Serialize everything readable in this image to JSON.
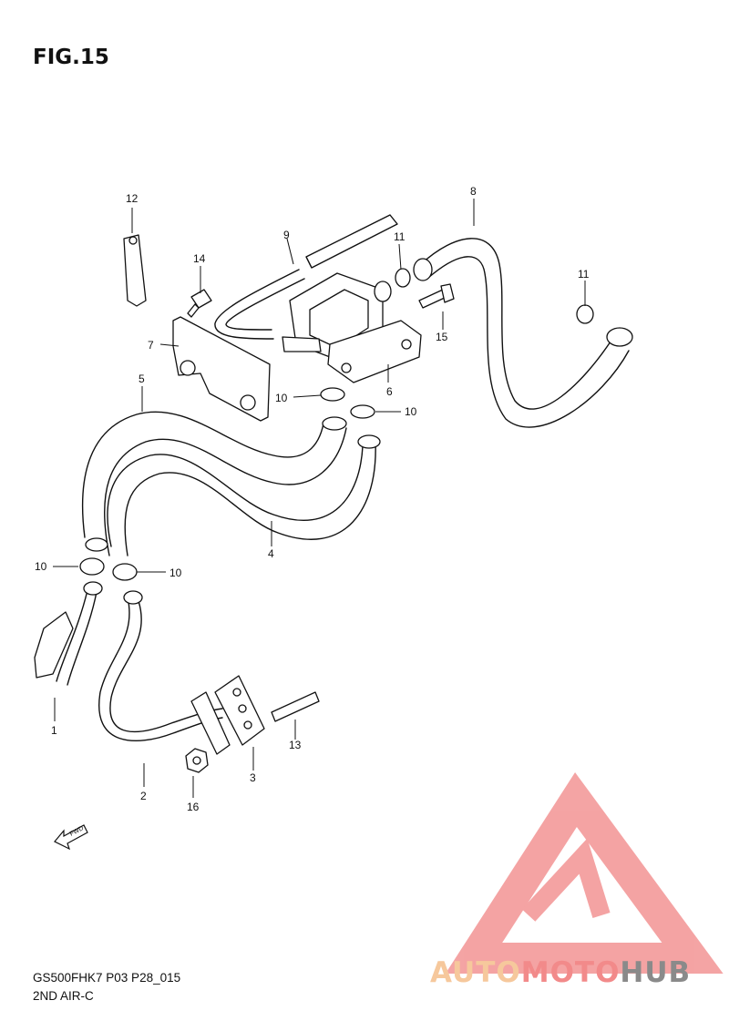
{
  "figure": {
    "title": "FIG.15",
    "model_code": "GS500FHK7 P03 P28_015",
    "section": "2ND AIR-C"
  },
  "callouts": [
    "1",
    "2",
    "3",
    "4",
    "5",
    "6",
    "7",
    "8",
    "9",
    "10",
    "10",
    "10",
    "10",
    "11",
    "11",
    "12",
    "13",
    "14",
    "15",
    "16"
  ],
  "direction_marker": "FWD",
  "watermark": {
    "parts": [
      "AUTO",
      "MOTO",
      "HUB"
    ],
    "colors": [
      "#f6c89c",
      "#f28a8a",
      "#8a8a8a"
    ],
    "logo_color": "#f39a9a"
  }
}
